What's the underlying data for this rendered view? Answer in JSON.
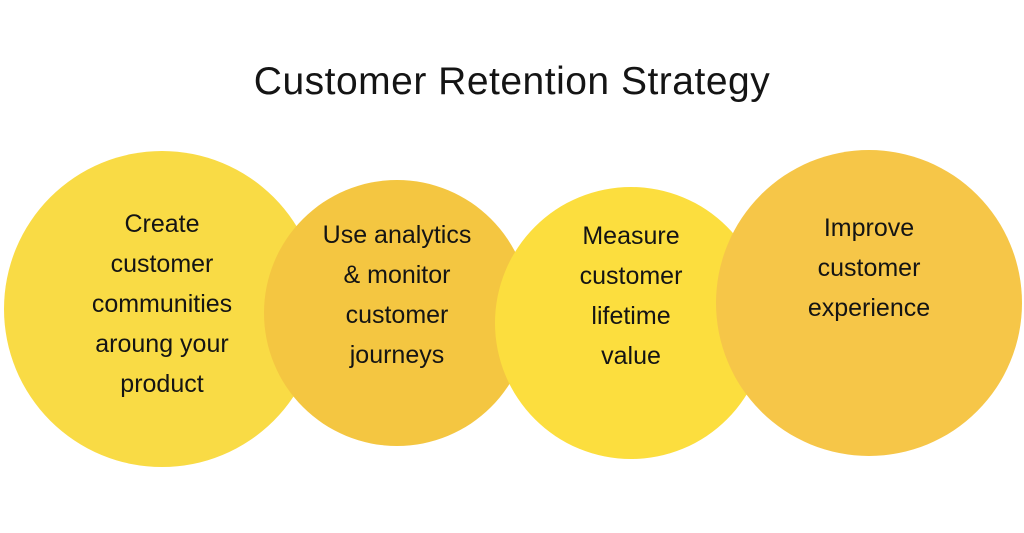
{
  "title": "Customer Retention Strategy",
  "circles": [
    {
      "text": "Create\ncustomer\ncommunities\naroung your\nproduct",
      "color": "#F9DB45"
    },
    {
      "text": "Use analytics\n& monitor\ncustomer\njourneys",
      "color": "#F4C641"
    },
    {
      "text": "Measure\ncustomer\nlifetime\nvalue",
      "color": "#FCDE3E"
    },
    {
      "text": "Improve\ncustomer\nexperience",
      "color": "#F6C648"
    }
  ]
}
